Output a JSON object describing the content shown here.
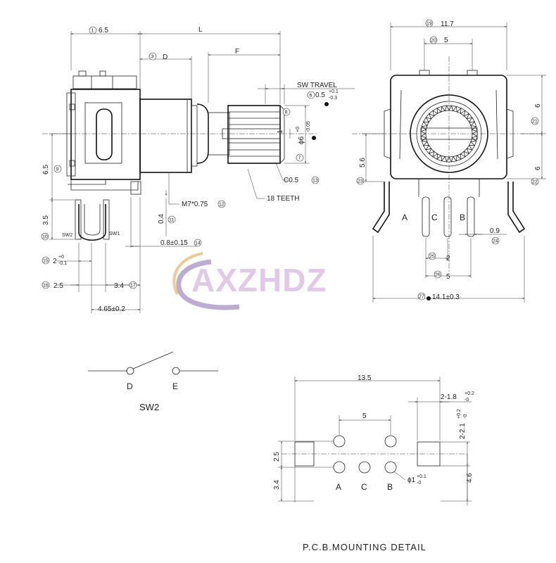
{
  "watermark": "AXZHDZ",
  "side_view": {
    "dim_1": "6.5",
    "dim_L": "L",
    "dim_3": "D",
    "dim_F": "F",
    "sw_travel": "SW TRAVEL",
    "dim_6": "0.5",
    "dim_6_tol_up": "+0.1",
    "dim_6_tol_dn": "-0.3",
    "dim_7": "ϕ6",
    "dim_7_tol_up": "+0",
    "dim_7_tol_dn": "-0.05",
    "dim_1_small": "1",
    "dim_9": "6.5",
    "dim_10": "3.5",
    "chamfer": "C0.5",
    "teeth": "18 TEETH",
    "thread": "M7*0.75",
    "dim_11": "0.4",
    "dim_14": "0.8±0.15",
    "sw2": "SW2",
    "sw1": "SW1",
    "dim_15": "2",
    "dim_15_tol_up": "+0",
    "dim_15_tol_dn": "-0.1",
    "dim_16": "2.5",
    "dim_17": "3.4",
    "dim_465": "4.65±0.2",
    "markers": {
      "m1": "1",
      "m3": "3",
      "m6": "6",
      "m7": "7",
      "m8": "8",
      "m9": "9",
      "m10": "10",
      "m11": "11",
      "m12": "12",
      "m13": "13",
      "m14": "14",
      "m15": "15",
      "m16": "16",
      "m17": "17"
    }
  },
  "front_view": {
    "dim_19": "11.7",
    "dim_20": "5",
    "dim_21": "6",
    "dim_22": "6",
    "dim_23": "5.6",
    "dim_24": "0.9",
    "dim_25": "2",
    "dim_26": "5",
    "dim_27": "14.1±0.3",
    "pin_a": "A",
    "pin_c": "C",
    "pin_b": "B",
    "markers": {
      "m19": "19",
      "m20": "20",
      "m21": "21",
      "m22": "22",
      "m23": "23",
      "m24": "24",
      "m25": "25",
      "m26": "26",
      "m27": "27"
    }
  },
  "switch": {
    "label_d": "D",
    "label_e": "E",
    "title": "SW2"
  },
  "pcb": {
    "dim_135": "13.5",
    "dim_5": "5",
    "dim_18": "2-1.8",
    "dim_18_tol_up": "+0.2",
    "dim_18_tol_dn": "-0",
    "dim_21": "2-2.1",
    "dim_21_tol_up": "+0.2",
    "dim_21_tol_dn": "-0",
    "dim_25": "2.5",
    "dim_34": "3.4",
    "dim_46": "4.6",
    "hole": "ϕ1",
    "hole_tol_up": "+0.1",
    "hole_tol_dn": "-0",
    "pin_a": "A",
    "pin_c": "C",
    "pin_b": "B",
    "title": "P.C.B.MOUNTING DETAIL"
  }
}
